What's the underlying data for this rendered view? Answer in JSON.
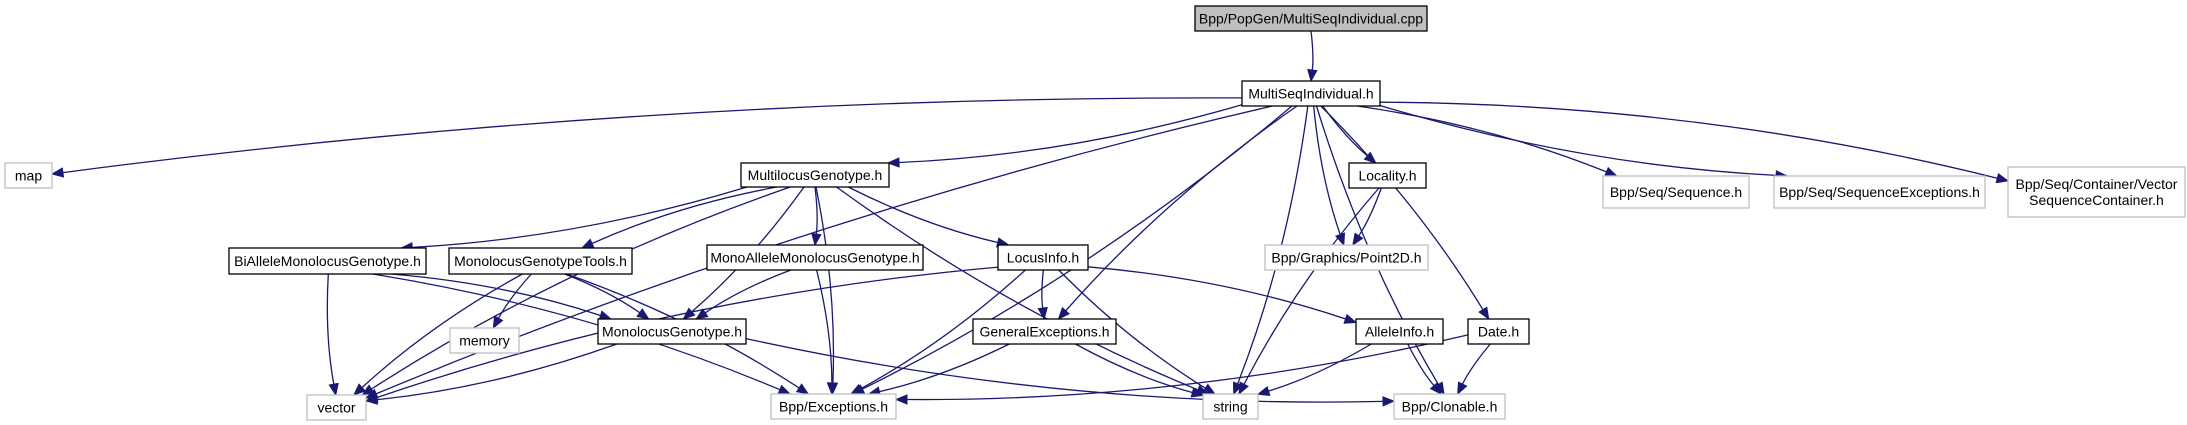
{
  "diagram": {
    "type": "include-dependency-graph",
    "colors": {
      "edge": "#191970",
      "root_fill": "#bfbfbf",
      "documented_border": "#000000",
      "external_border": "#bfbfbf"
    },
    "nodes": [
      {
        "id": "cpp",
        "label": "Bpp/PopGen/MultiSeqIndividual.cpp",
        "kind": "root"
      },
      {
        "id": "msi",
        "label": "MultiSeqIndividual.h",
        "kind": "documented"
      },
      {
        "id": "map",
        "label": "map",
        "kind": "external"
      },
      {
        "id": "mlg",
        "label": "MultilocusGenotype.h",
        "kind": "documented"
      },
      {
        "id": "locality",
        "label": "Locality.h",
        "kind": "documented"
      },
      {
        "id": "sequence",
        "label": "Bpp/Seq/Sequence.h",
        "kind": "external"
      },
      {
        "id": "seqexc",
        "label": "Bpp/Seq/SequenceExceptions.h",
        "kind": "external"
      },
      {
        "id": "vsc",
        "label": "Bpp/Seq/Container/Vector\nSequenceContainer.h",
        "kind": "external"
      },
      {
        "id": "biallele",
        "label": "BiAlleleMonolocusGenotype.h",
        "kind": "documented"
      },
      {
        "id": "tools",
        "label": "MonolocusGenotypeTools.h",
        "kind": "documented"
      },
      {
        "id": "monoallele",
        "label": "MonoAlleleMonolocusGenotype.h",
        "kind": "documented"
      },
      {
        "id": "locusinfo",
        "label": "LocusInfo.h",
        "kind": "documented"
      },
      {
        "id": "point2d",
        "label": "Bpp/Graphics/Point2D.h",
        "kind": "external"
      },
      {
        "id": "date",
        "label": "Date.h",
        "kind": "documented"
      },
      {
        "id": "memory",
        "label": "memory",
        "kind": "external"
      },
      {
        "id": "mg",
        "label": "MonolocusGenotype.h",
        "kind": "documented"
      },
      {
        "id": "genexc",
        "label": "GeneralExceptions.h",
        "kind": "documented"
      },
      {
        "id": "alleleinfo",
        "label": "AlleleInfo.h",
        "kind": "documented"
      },
      {
        "id": "vector",
        "label": "vector",
        "kind": "external"
      },
      {
        "id": "exceptions",
        "label": "Bpp/Exceptions.h",
        "kind": "external"
      },
      {
        "id": "string",
        "label": "string",
        "kind": "external"
      },
      {
        "id": "clonable",
        "label": "Bpp/Clonable.h",
        "kind": "external"
      }
    ],
    "edges": [
      [
        "cpp",
        "msi"
      ],
      [
        "msi",
        "map"
      ],
      [
        "msi",
        "mlg"
      ],
      [
        "msi",
        "locality"
      ],
      [
        "msi",
        "sequence"
      ],
      [
        "msi",
        "seqexc"
      ],
      [
        "msi",
        "vsc"
      ],
      [
        "msi",
        "vector"
      ],
      [
        "msi",
        "exceptions"
      ],
      [
        "msi",
        "genexc"
      ],
      [
        "msi",
        "string"
      ],
      [
        "msi",
        "point2d"
      ],
      [
        "msi",
        "date"
      ],
      [
        "msi",
        "clonable"
      ],
      [
        "mlg",
        "biallele"
      ],
      [
        "mlg",
        "tools"
      ],
      [
        "mlg",
        "monoallele"
      ],
      [
        "mlg",
        "locusinfo"
      ],
      [
        "mlg",
        "mg"
      ],
      [
        "mlg",
        "vector"
      ],
      [
        "mlg",
        "exceptions"
      ],
      [
        "mlg",
        "string"
      ],
      [
        "locality",
        "point2d"
      ],
      [
        "locality",
        "string"
      ],
      [
        "biallele",
        "mg"
      ],
      [
        "biallele",
        "vector"
      ],
      [
        "biallele",
        "exceptions"
      ],
      [
        "tools",
        "memory"
      ],
      [
        "tools",
        "mg"
      ],
      [
        "tools",
        "vector"
      ],
      [
        "tools",
        "exceptions"
      ],
      [
        "monoallele",
        "mg"
      ],
      [
        "monoallele",
        "exceptions"
      ],
      [
        "locusinfo",
        "genexc"
      ],
      [
        "locusinfo",
        "alleleinfo"
      ],
      [
        "locusinfo",
        "vector"
      ],
      [
        "locusinfo",
        "exceptions"
      ],
      [
        "locusinfo",
        "string"
      ],
      [
        "mg",
        "vector"
      ],
      [
        "mg",
        "clonable"
      ],
      [
        "genexc",
        "exceptions"
      ],
      [
        "genexc",
        "string"
      ],
      [
        "alleleinfo",
        "string"
      ],
      [
        "alleleinfo",
        "clonable"
      ],
      [
        "date",
        "exceptions"
      ],
      [
        "date",
        "clonable"
      ]
    ]
  }
}
